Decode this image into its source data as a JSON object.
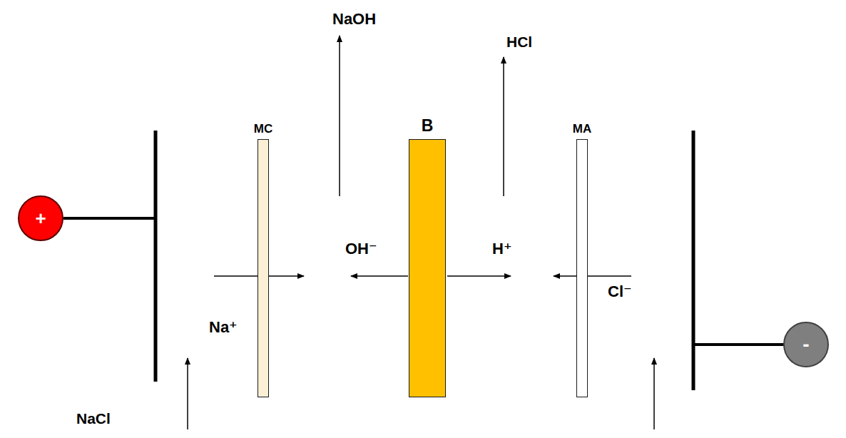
{
  "diagram": {
    "nodes": [
      {
        "text": [
          "+"
        ]
      },
      {
        "text": [
          "MC"
        ]
      },
      {
        "text": [
          "B"
        ]
      },
      {
        "text": [
          "MA"
        ]
      },
      {
        "text": [
          "-"
        ]
      }
    ],
    "labels": [
      "NaOH",
      "HCl",
      "OH⁻",
      "H⁺",
      "Na⁺",
      "Cl⁻",
      "NaCl"
    ]
  }
}
